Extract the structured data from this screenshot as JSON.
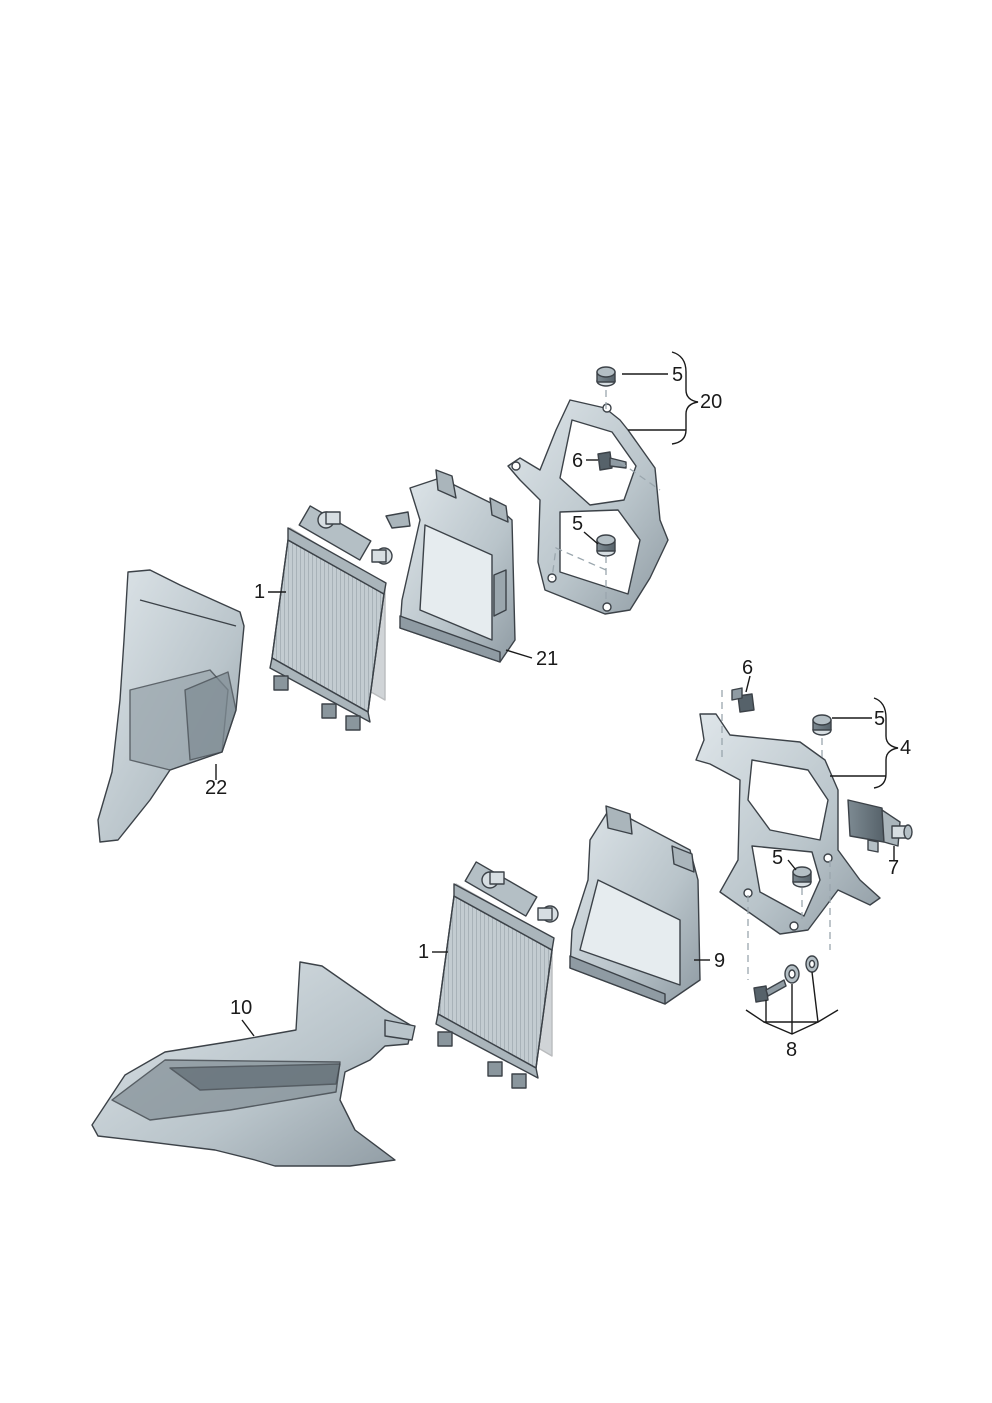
{
  "callouts": {
    "c1_upper": "1",
    "c1_lower": "1",
    "c4": "4",
    "c5_a": "5",
    "c5_b": "5",
    "c5_c": "5",
    "c5_d": "5",
    "c6_a": "6",
    "c6_b": "6",
    "c7": "7",
    "c8": "8",
    "c9": "9",
    "c10": "10",
    "c20": "20",
    "c21": "21",
    "c22": "22"
  },
  "colors": {
    "part_fill": "#c9d2d7",
    "part_shadow": "#8f9ba3",
    "part_dark": "#56626a",
    "line": "#1a1a1a"
  }
}
